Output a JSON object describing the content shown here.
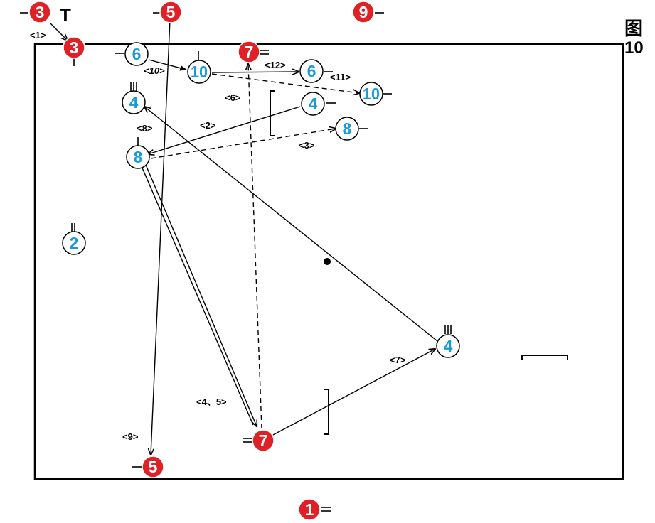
{
  "figure": {
    "label_line1": "图",
    "label_line2": "10"
  },
  "colors": {
    "team_a": "#e02027",
    "team_b": "#1a9ad8",
    "line": "#000000"
  },
  "players": [
    {
      "id": "p-3-top",
      "team": "a",
      "number": "3"
    },
    {
      "id": "p-5-top",
      "team": "a",
      "number": "5"
    },
    {
      "id": "p-9-top",
      "team": "a",
      "number": "9"
    },
    {
      "id": "p-3-inner",
      "team": "a",
      "number": "3"
    },
    {
      "id": "p-7-top",
      "team": "a",
      "number": "7"
    },
    {
      "id": "p-7-bottom",
      "team": "a",
      "number": "7"
    },
    {
      "id": "p-5-bottom",
      "team": "a",
      "number": "5"
    },
    {
      "id": "p-1-bottom",
      "team": "a",
      "number": "1"
    },
    {
      "id": "p-6-left",
      "team": "b",
      "number": "6"
    },
    {
      "id": "p-10-center",
      "team": "b",
      "number": "10"
    },
    {
      "id": "p-6-right",
      "team": "b",
      "number": "6"
    },
    {
      "id": "p-10-right",
      "team": "b",
      "number": "10"
    },
    {
      "id": "p-4-left",
      "team": "b",
      "number": "4"
    },
    {
      "id": "p-4-right",
      "team": "b",
      "number": "4"
    },
    {
      "id": "p-8-right",
      "team": "b",
      "number": "8"
    },
    {
      "id": "p-8-left",
      "team": "b",
      "number": "8"
    },
    {
      "id": "p-2",
      "team": "b",
      "number": "2"
    },
    {
      "id": "p-4-bottom",
      "team": "b",
      "number": "4"
    }
  ],
  "sequence_labels": {
    "s1": "<1>",
    "s10": "<10>",
    "s12": "<12>",
    "s11": "<11>",
    "s6": "<6>",
    "s8": "<8>",
    "s2": "<2>",
    "s3": "<3>",
    "s7": "<7>",
    "s45": "<4、5>",
    "s9": "<9>"
  },
  "marks": {
    "t_mark": "T"
  }
}
